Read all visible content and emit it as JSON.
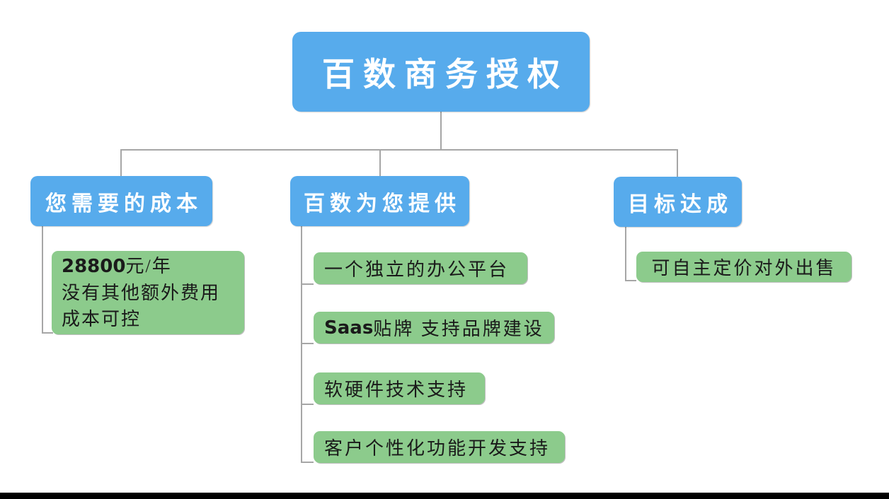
{
  "title": "百数商务授权",
  "colors": {
    "node_blue": "#57ABEC",
    "node_green": "#8CCB8C",
    "connector_gray": "#A6A6A6",
    "text_on_blue": "#FFFFFF",
    "text_on_green": "#1A1A1A",
    "footer_bar_black": "#000000"
  },
  "root": {
    "label": "百数商务授权"
  },
  "branches": {
    "cost": {
      "title": "您需要的成本",
      "card": {
        "price_bold": "28800",
        "price_rest": "元/年",
        "line2": "没有其他额外费用",
        "line3": "成本可控"
      }
    },
    "provide": {
      "title": "百数为您提供",
      "items": [
        {
          "bold": "",
          "text": "一个独立的办公平台"
        },
        {
          "bold": "Saas",
          "text": "贴牌 支持品牌建设"
        },
        {
          "bold": "",
          "text": "软硬件技术支持"
        },
        {
          "bold": "",
          "text": "客户个性化功能开发支持"
        }
      ]
    },
    "goal": {
      "title": "目标达成",
      "card": {
        "text": "可自主定价对外出售"
      }
    }
  }
}
